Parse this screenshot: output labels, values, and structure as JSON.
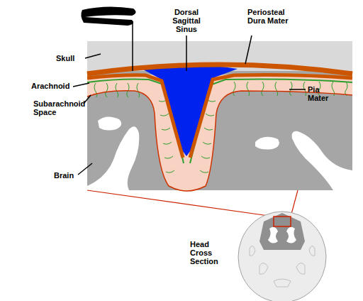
{
  "diagram": {
    "labels": [
      "Skull",
      "Arachnoid",
      "Subarachnoid Space",
      "Brain",
      "Dorsal Sagittal Sinus",
      "Periosteal Dura Mater",
      "Pia Mater",
      "Head Cross Section"
    ]
  }
}
